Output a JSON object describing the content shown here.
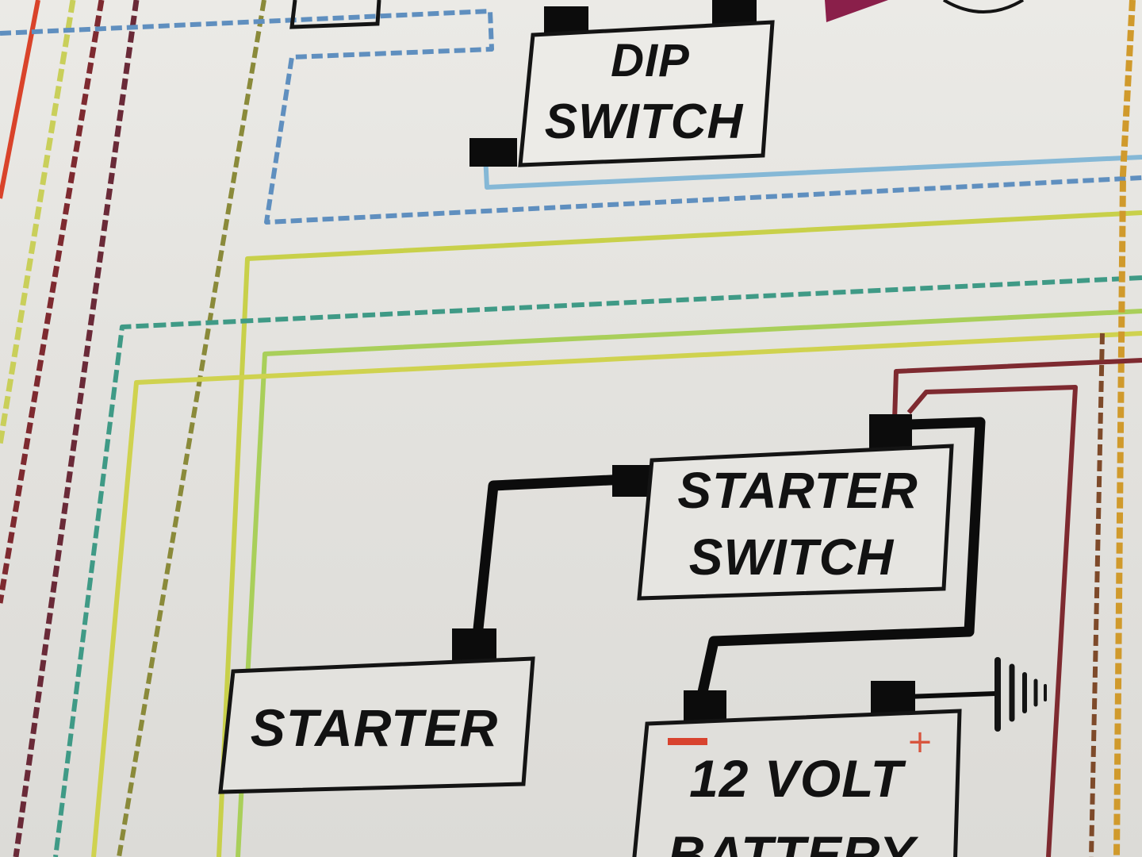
{
  "components": {
    "dip_switch": {
      "line1": "DIP",
      "line2": "SWITCH"
    },
    "starter_switch": {
      "line1": "STARTER",
      "line2": "SWITCH"
    },
    "starter": {
      "label": "STARTER"
    },
    "battery": {
      "line1": "12 VOLT",
      "line2": "BATTERY",
      "neg_symbol": "−",
      "pos_symbol": "+"
    }
  },
  "colors": {
    "paper": "#e7e6e2",
    "box_outline": "#141414",
    "main_cable": "#0c0c0c",
    "wire_red": "#d9432a",
    "wire_yellow": "#c8d04a",
    "wire_green": "#9fcc55",
    "wire_teal": "#3f9a86",
    "wire_light_blue": "#7fb4d4",
    "wire_blue_dash": "#4e7fae",
    "wire_maroon": "#7e2a30",
    "wire_olive": "#8a8a3a",
    "wire_orange_dash": "#d09a2c",
    "minus_marker": "#d8432e",
    "plus_marker": "#d8553e",
    "headlamp_wedge": "#8a1f4a"
  }
}
